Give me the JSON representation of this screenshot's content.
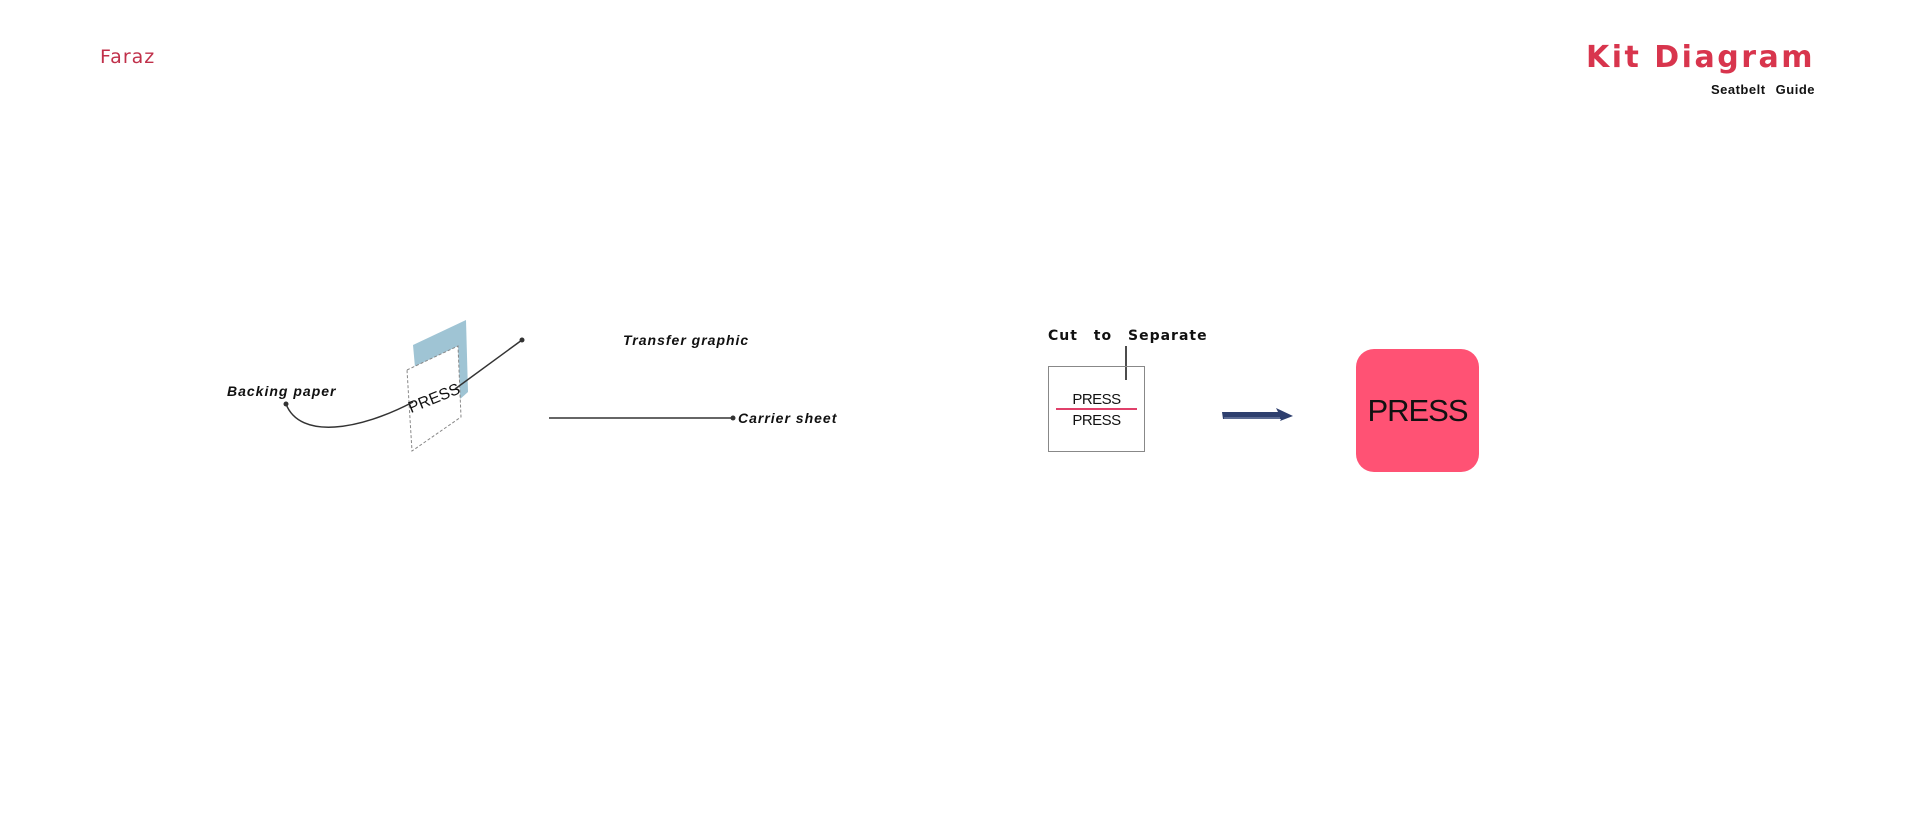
{
  "header": {
    "brand": "Faraz",
    "title": "Kit Diagram",
    "subtitle": "Seatbelt Guide"
  },
  "layers": {
    "backing_paper": "Backing paper",
    "transfer_graphic": "Transfer graphic",
    "carrier_sheet": "Carrier sheet",
    "sheet_text": "PRESS"
  },
  "cut": {
    "label": "Cut to Separate",
    "top_text": "PRESS",
    "bottom_text": "PRESS"
  },
  "result": {
    "button_text": "PRESS"
  },
  "colors": {
    "accent": "#d8354d",
    "backing": "#9fc4d4",
    "cut_line": "#e0406a",
    "arrow": "#2e3f6e",
    "button": "#ff5274"
  }
}
